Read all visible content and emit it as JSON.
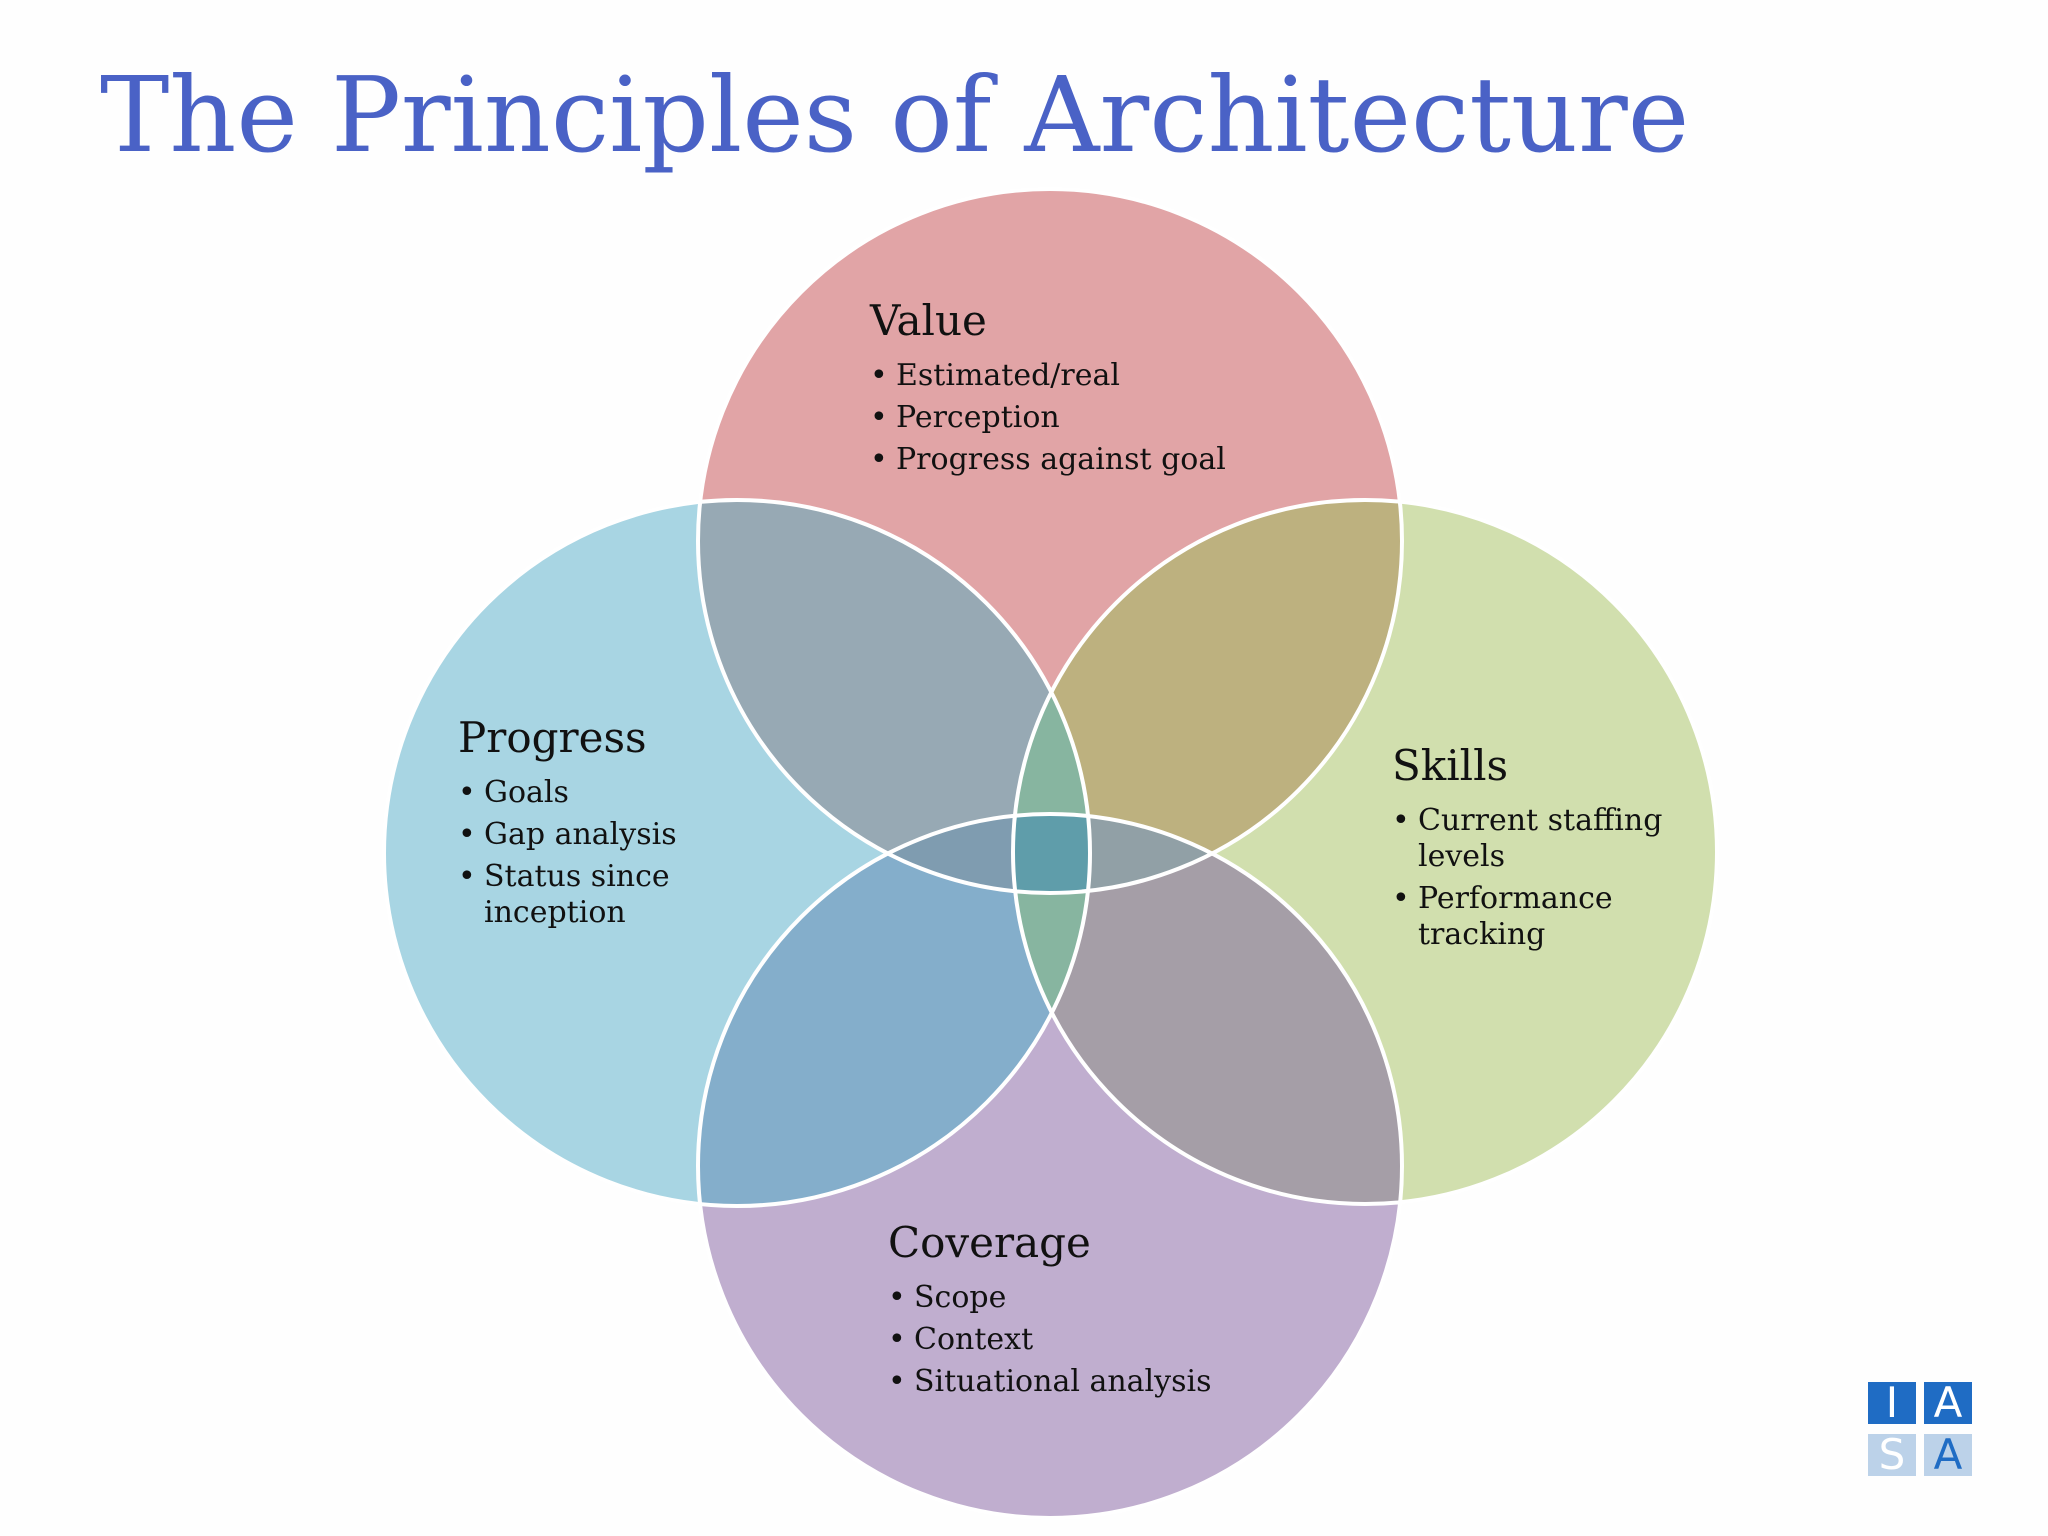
{
  "title": "The Principles of Architecture",
  "colors": {
    "title": "#4a62c6",
    "value_circle": "#e1a4a6",
    "progress_circle": "#a8d5e3",
    "skills_circle": "#d1dfae",
    "coverage_circle": "#c0aecf",
    "outline": "#ffffff",
    "logo_blue": "#1f6cc4",
    "logo_light": "#bcd2e9"
  },
  "circles": {
    "value": {
      "heading": "Value",
      "items": [
        "Estimated/real",
        "Perception",
        "Progress against goal"
      ]
    },
    "progress": {
      "heading": "Progress",
      "items": [
        "Goals",
        "Gap analysis",
        "Status since inception"
      ]
    },
    "skills": {
      "heading": "Skills",
      "items": [
        "Current staffing levels",
        "Performance tracking"
      ]
    },
    "coverage": {
      "heading": "Coverage",
      "items": [
        "Scope",
        "Context",
        "Situational analysis"
      ]
    }
  },
  "logo": {
    "letters": [
      "I",
      "A",
      "S",
      "A"
    ]
  }
}
